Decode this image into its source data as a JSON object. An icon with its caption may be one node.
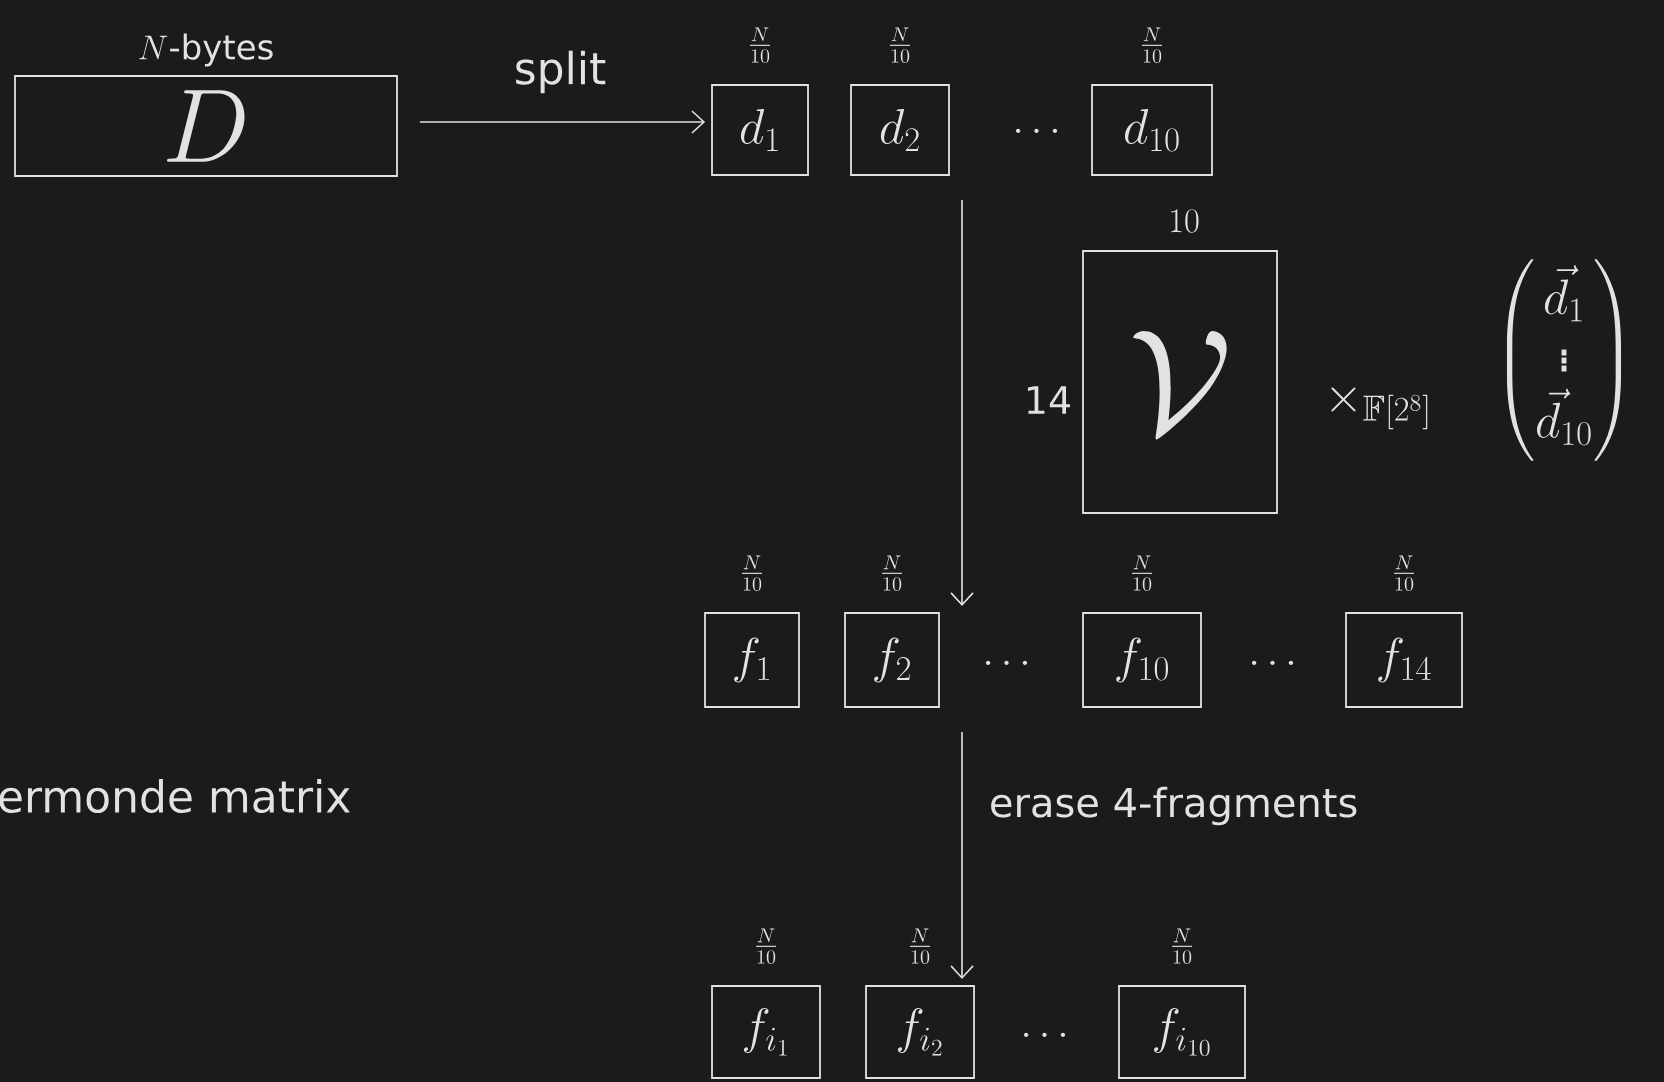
{
  "diagram": {
    "nodes": [
      {
        "text": [
          "D"
        ],
        "beside": [
          "N\\text{-bytes}"
        ]
      },
      {
        "text": [
          "d_1"
        ],
        "beside": [
          "\\frac{N}{10}"
        ]
      },
      {
        "text": [
          "d_2"
        ],
        "beside": [
          "\\frac{N}{10}"
        ]
      },
      {
        "text": [
          "d_{10}"
        ],
        "beside": [
          "\\frac{N}{10}"
        ]
      },
      {
        "text": [
          "\\mathcal{V}"
        ],
        "beside": [
          "10",
          "14"
        ]
      },
      {
        "text": [
          "f_1"
        ],
        "beside": [
          "\\frac{N}{10}"
        ]
      },
      {
        "text": [
          "f_2"
        ],
        "beside": [
          "\\frac{N}{10}"
        ]
      },
      {
        "text": [
          "f_{10}"
        ],
        "beside": [
          "\\frac{N}{10}"
        ]
      },
      {
        "text": [
          "f_{14}"
        ],
        "beside": [
          "\\frac{N}{10}"
        ]
      },
      {
        "text": [
          "f_{i_1}"
        ],
        "beside": [
          "\\frac{N}{10}"
        ]
      },
      {
        "text": [
          "f_{i_2}"
        ],
        "beside": [
          "\\frac{N}{10}"
        ]
      },
      {
        "text": [
          "f_{i_{10}}"
        ],
        "beside": [
          "\\frac{N}{10}"
        ]
      }
    ],
    "edges": [
      {
        "from": 0,
        "to": 1,
        "arrow": "to",
        "label": "split"
      },
      {
        "from": 2,
        "to": 6,
        "arrow": "to"
      },
      {
        "from": 6,
        "to": 10,
        "arrow": "to",
        "label": "erase 4-fragments"
      }
    ],
    "labels": [
      "\\cdots",
      "\\times_{\\mathbb{F}[2^8]}",
      "\\begin{pmatrix}\\vec{d}_1\\\\ \\vdots\\\\ \\vec{d}_{10}\\end{pmatrix}",
      "\\cdots",
      "\\cdots",
      "ermonde matrix",
      "\\cdots"
    ]
  }
}
